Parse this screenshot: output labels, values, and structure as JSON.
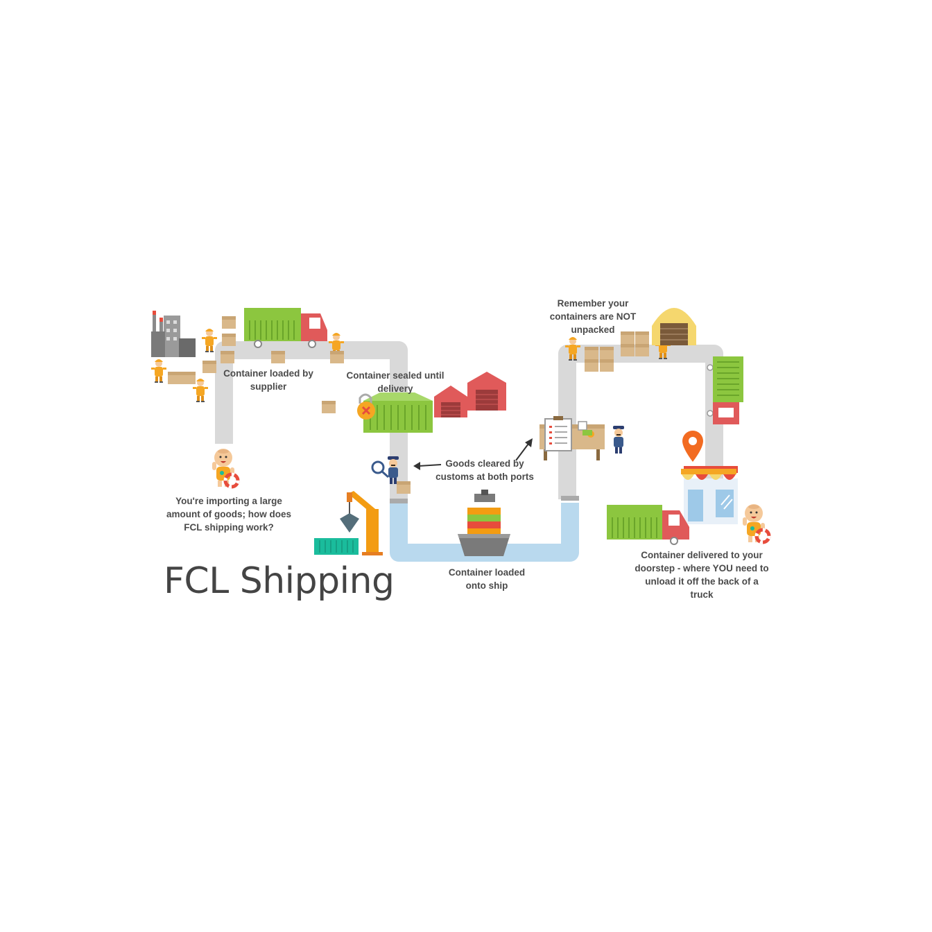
{
  "title": "FCL Shipping",
  "steps": {
    "start": "You're importing a large\namount of goods; how does\nFCL shipping work?",
    "loaded_by_supplier": "Container loaded by\nsupplier",
    "sealed": "Container sealed until\ndelivery",
    "customs": "Goods cleared by\ncustoms at both ports",
    "onto_ship": "Container loaded\nonto ship",
    "not_unpacked": "Remember your\ncontainers are NOT\nunpacked",
    "delivered": "Container delivered to your\ndoorstep - where YOU need to\nunload it off the back of a\ntruck"
  },
  "colors": {
    "road": "#d9d9d9",
    "water": "#b9d9ee",
    "container_green": "#8cc63f",
    "truck_red": "#e05a5a",
    "box": "#d9b88a",
    "worker": "#f5a623",
    "customs_blue": "#3a5a8c",
    "crane_orange": "#f39c12",
    "teal_container": "#1abc9c",
    "pin_orange": "#f26b21",
    "text": "#4a4a4a"
  }
}
